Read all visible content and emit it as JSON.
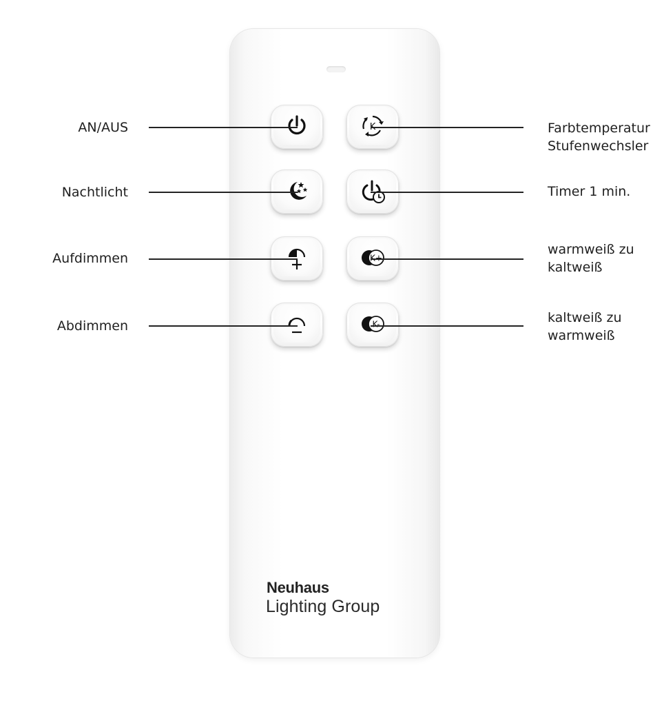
{
  "labels": {
    "power": "AN/AUS",
    "night_light": "Nachtlicht",
    "dim_up": "Aufdimmen",
    "dim_down": "Abdimmen",
    "color_temp_line1": "Farbtemperatur",
    "color_temp_line2": "Stufenwechsler",
    "timer": "Timer 1 min.",
    "warm_to_cold_line1": "warmweiß zu",
    "warm_to_cold_line2": "kaltweiß",
    "cold_to_warm_line1": "kaltweiß zu",
    "cold_to_warm_line2": "warmweiß"
  },
  "buttons": {
    "color_cycle_glyph": "K",
    "warmer_colder_glyph": "K+",
    "colder_warmer_glyph": "K-"
  },
  "brand": {
    "name": "Neuhaus",
    "subtitle": "Lighting Group"
  },
  "icons": [
    "power-icon",
    "color-temperature-cycle-icon",
    "night-moon-stars-icon",
    "timer-icon",
    "dim-up-icon",
    "kelvin-plus-icon",
    "dim-down-icon",
    "kelvin-minus-icon"
  ]
}
